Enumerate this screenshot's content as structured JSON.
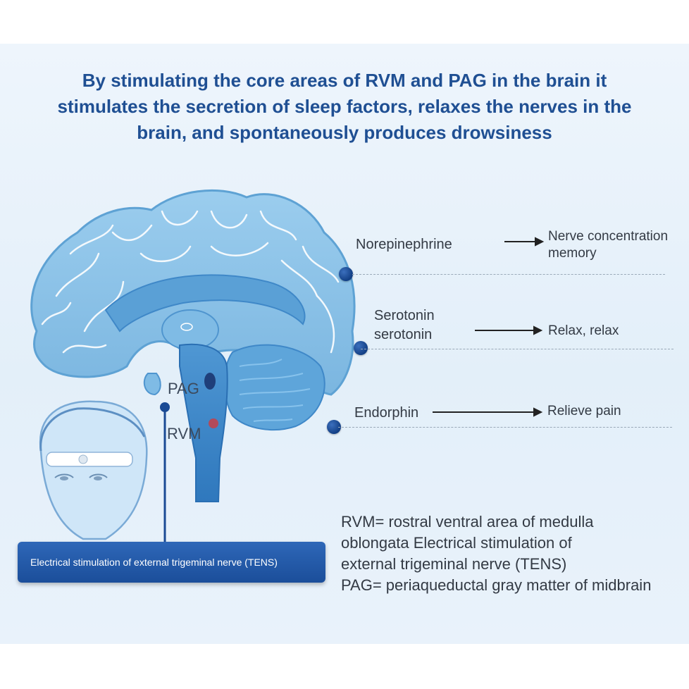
{
  "headline": [
    "By stimulating the core areas of RVM and PAG in the brain it",
    "stimulates the secretion of sleep factors, relaxes the nerves in the",
    "brain, and spontaneously produces drowsiness"
  ],
  "factors": [
    {
      "name": "Norepinephrine",
      "effect_lines": [
        "Nerve concentration",
        "memory"
      ]
    },
    {
      "name_lines": [
        "Serotonin",
        "serotonin"
      ],
      "effect": "Relax, relax"
    },
    {
      "name": "Endorphin",
      "effect": "Relieve pain"
    }
  ],
  "brain_labels": {
    "pag": "PAG",
    "rvm": "RVM"
  },
  "tens_banner": "Electrical stimulation of external trigeminal nerve (TENS)",
  "legend": [
    "RVM= rostral ventral area of medulla",
    "oblongata Electrical stimulation of",
    "external trigeminal nerve (TENS)",
    "PAG= periaqueductal gray matter of midbrain"
  ],
  "colors": {
    "headline": "#1f4f93",
    "brain": "#8fc3e6",
    "brainstem": "#3b86c8",
    "dot": "#1a4a94",
    "banner": "#2560ad"
  }
}
